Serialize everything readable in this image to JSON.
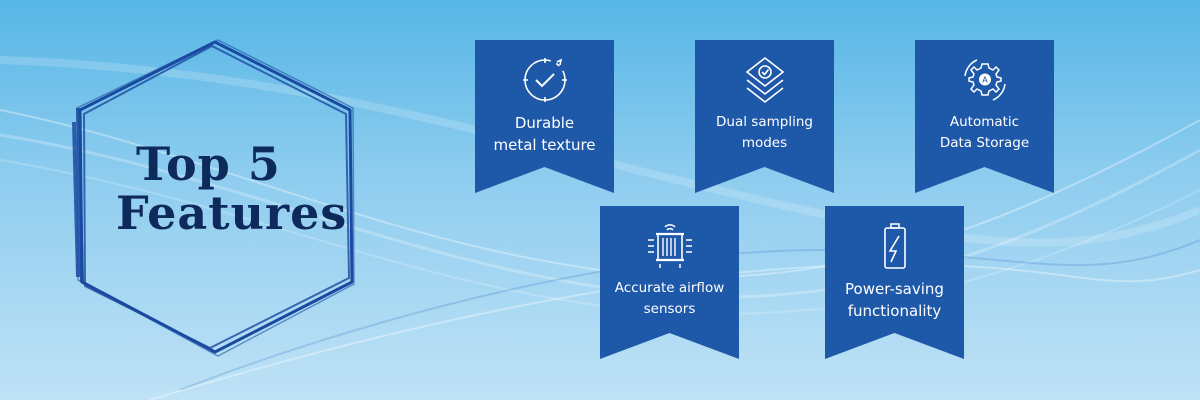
{
  "banner": {
    "title_line1": "Top 5",
    "title_line2": "Features",
    "colors": {
      "background_top": "#56b6e6",
      "background_bottom": "#bfe2f6",
      "ribbon": "#1e58a8",
      "title": "#0e2a5c",
      "hexagon_stroke": "#1a4aa0"
    }
  },
  "features": [
    {
      "icon": "clock-check-icon",
      "line1": "Durable",
      "line2": "metal texture"
    },
    {
      "icon": "layers-check-icon",
      "line1": "Dual sampling",
      "line2": "modes"
    },
    {
      "icon": "gear-cycle-icon",
      "line1": "Automatic",
      "line2": "Data Storage"
    },
    {
      "icon": "airflow-sensor-icon",
      "line1": "Accurate airflow",
      "line2": "sensors"
    },
    {
      "icon": "battery-charge-icon",
      "line1": "Power-saving",
      "line2": "functionality"
    }
  ]
}
